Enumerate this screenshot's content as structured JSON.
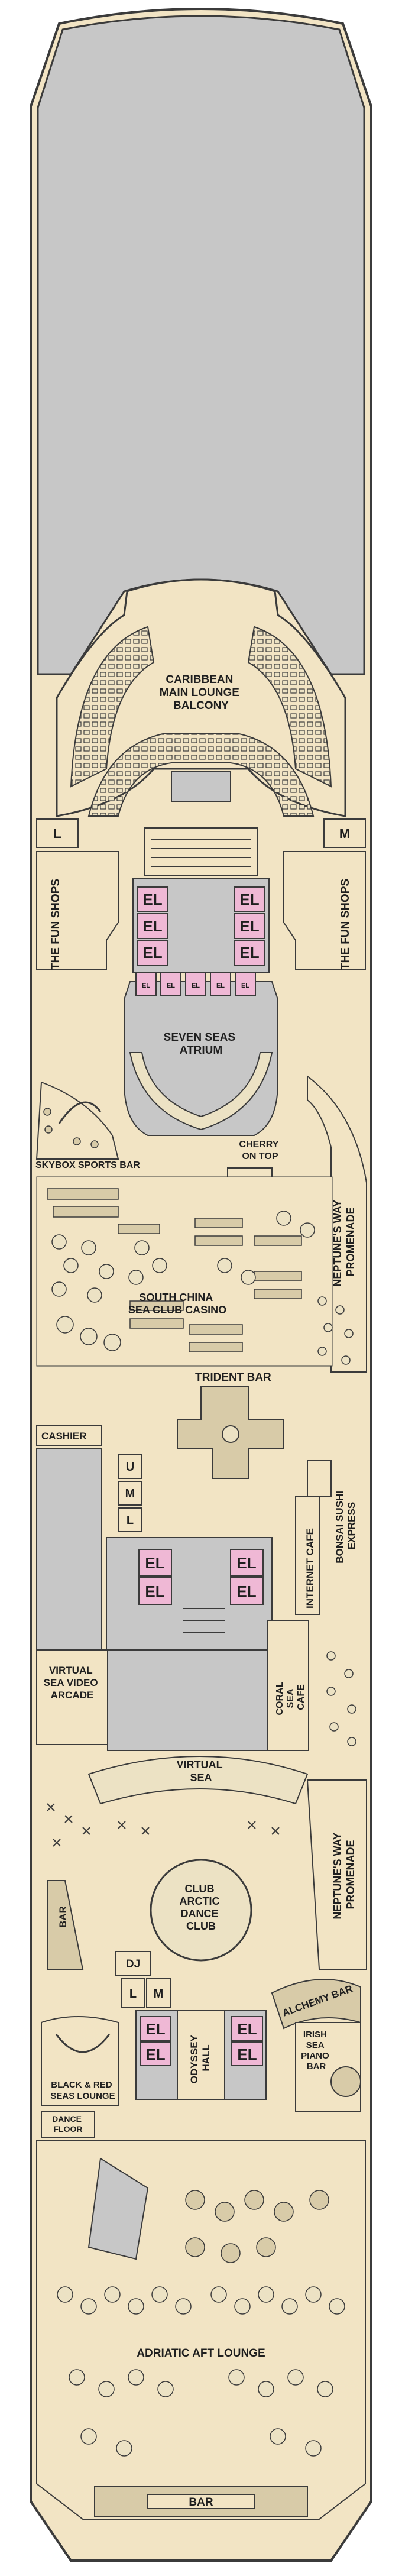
{
  "deck_plan": {
    "colors": {
      "hull": "#f2e4c4",
      "outline": "#3b3b3b",
      "gray_area": "#c7c7c7",
      "elevator": "#efb8d5",
      "seat": "#ece2c4",
      "table": "#d8cba8"
    },
    "icons": {
      "elevator": "elevator-square-icon",
      "stairs": "staircase-icon",
      "seating": "chair-cluster-icon"
    },
    "labels": {
      "main_lounge_balcony": [
        "CARIBBEAN",
        "MAIN LOUNGE",
        "BALCONY"
      ],
      "lift_left": "L",
      "lift_right": "M",
      "fun_shops_left": "THE FUN SHOPS",
      "fun_shops_right": "THE FUN SHOPS",
      "elevator": "EL",
      "elevator_small": "EL",
      "atrium": [
        "SEVEN SEAS",
        "ATRIUM"
      ],
      "skybox_sports_bar": "SKYBOX SPORTS BAR",
      "cherry_on_top": [
        "CHERRY",
        "ON TOP"
      ],
      "neptunes_way_promenade_upper": [
        "NEPTUNE'S WAY",
        "PROMENADE"
      ],
      "casino": [
        "SOUTH CHINA",
        "SEA CLUB CASINO"
      ],
      "trident_bar": "TRIDENT BAR",
      "cashier": "CASHIER",
      "stair_u": "U",
      "stair_m": "M",
      "stair_l": "L",
      "bonsai_sushi_express": [
        "BONSAI SUSHI",
        "EXPRESS"
      ],
      "internet_cafe": "INTERNET CAFE",
      "virtual_sea_video_arcade": [
        "VIRTUAL",
        "SEA VIDEO",
        "ARCADE"
      ],
      "coral_sea_cafe": [
        "CORAL",
        "SEA",
        "CAFE"
      ],
      "virtual_sea": [
        "VIRTUAL",
        "SEA"
      ],
      "neptunes_way_promenade_lower": [
        "NEPTUNE'S WAY",
        "PROMENADE"
      ],
      "bar_left": "BAR",
      "club_arctic": [
        "CLUB",
        "ARCTIC",
        "DANCE",
        "CLUB"
      ],
      "dj": "DJ",
      "alchemy_bar": "ALCHEMY BAR",
      "lift_left_2": "L",
      "lift_right_2": "M",
      "black_red_seas_lounge": [
        "BLACK & RED",
        "SEAS LOUNGE"
      ],
      "dance_floor": [
        "DANCE",
        "FLOOR"
      ],
      "odyssey_hall": [
        "ODYSSEY",
        "HALL"
      ],
      "irish_sea_piano_bar": [
        "IRISH",
        "SEA",
        "PIANO",
        "BAR"
      ],
      "adriatic_aft_lounge": "ADRIATIC AFT LOUNGE",
      "bar_bottom": "BAR"
    }
  }
}
